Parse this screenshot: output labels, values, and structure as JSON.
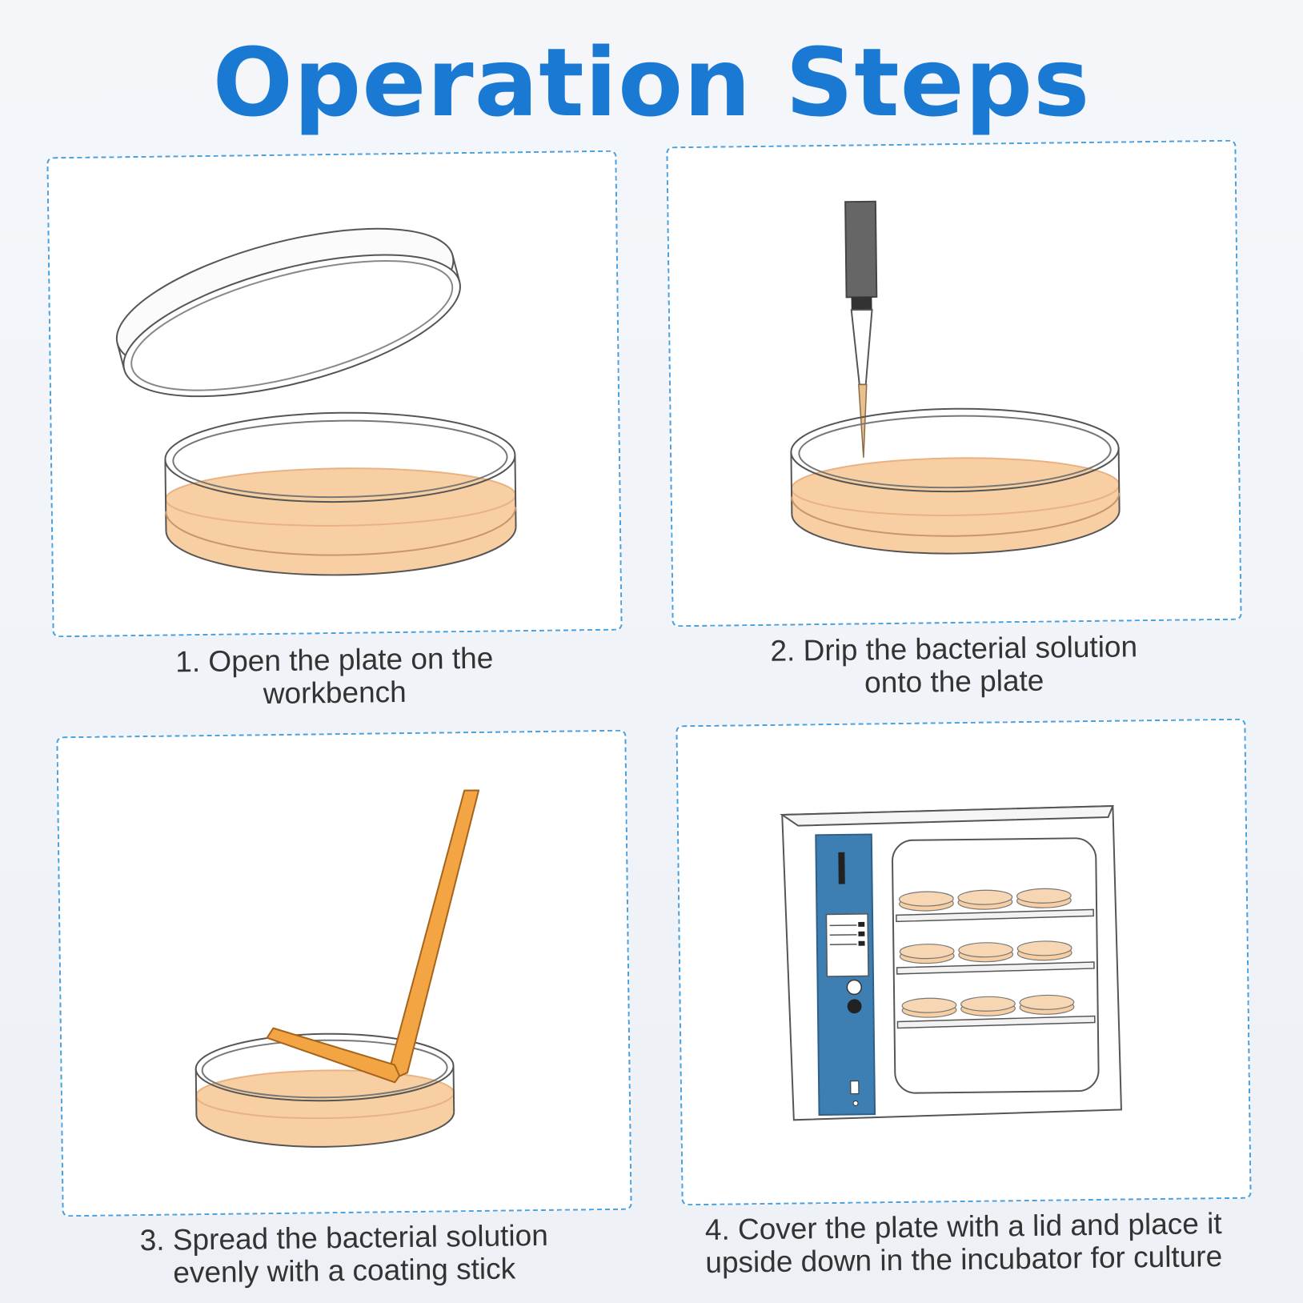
{
  "title": "Operation Steps",
  "colors": {
    "title": "#1a7ad3",
    "panel_border": "#4aa0dd",
    "agar": "#f7cfa2",
    "agar_edge": "#e8b283",
    "coating_stick": "#f3a543",
    "incubator_panel": "#3d7fb3",
    "pipette_body": "#666666"
  },
  "steps": [
    {
      "id": 1,
      "caption": "1. Open the plate on the\nworkbench",
      "icon": "open-petri-dish-icon"
    },
    {
      "id": 2,
      "caption": "2. Drip the bacterial solution\nonto the plate",
      "icon": "pipette-dropping-icon"
    },
    {
      "id": 3,
      "caption": "3. Spread the bacterial solution\nevenly with a coating stick",
      "icon": "coating-stick-spreading-icon"
    },
    {
      "id": 4,
      "caption": "4. Cover the plate with a lid and place it\nupside down in the incubator for culture",
      "icon": "incubator-with-plates-icon"
    }
  ]
}
